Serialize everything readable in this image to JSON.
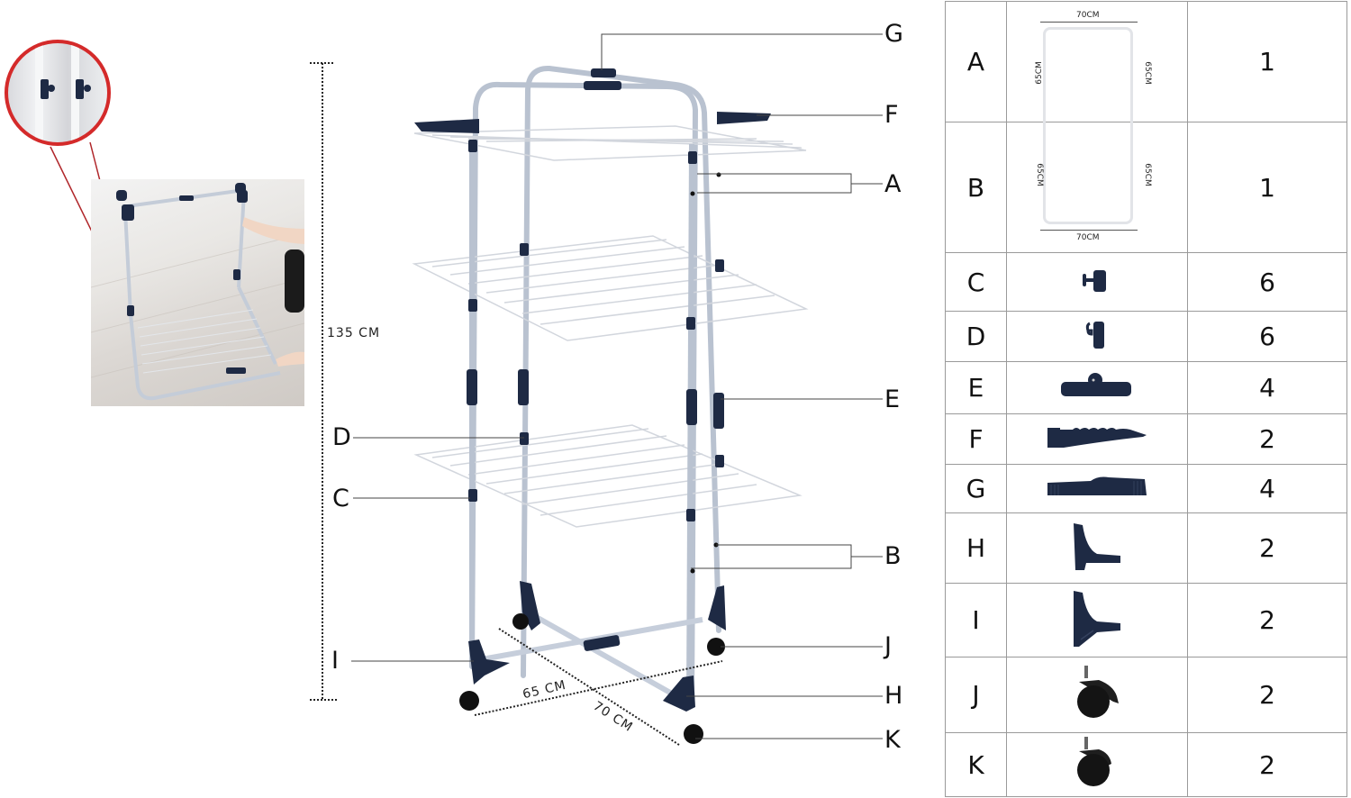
{
  "diagram": {
    "title": "Tower clothes drying rack - parts diagram",
    "height_dimension": "135 CM",
    "base_dimensions": [
      "65 CM",
      "70 CM"
    ],
    "callouts": {
      "G": "G",
      "F": "F",
      "A": "A",
      "E": "E",
      "D": "D",
      "C": "C",
      "B": "B",
      "I": "I",
      "J": "J",
      "H": "H",
      "K": "K"
    },
    "inset": {
      "description": "Folded rack photo with magnified clip detail",
      "highlight_color": "#d42a2a"
    }
  },
  "parts_table": {
    "rows": [
      {
        "letter": "A",
        "image": "u-frame-top",
        "dims": {
          "top": "70CM",
          "left": "65CM",
          "right": "65CM"
        },
        "qty": "1"
      },
      {
        "letter": "B",
        "image": "u-frame-bottom",
        "dims": {
          "bottom": "70CM",
          "left": "65CM",
          "right": "65CM"
        },
        "qty": "1"
      },
      {
        "letter": "C",
        "image": "knob-clip",
        "qty": "6"
      },
      {
        "letter": "D",
        "image": "hook-clip",
        "qty": "6"
      },
      {
        "letter": "E",
        "image": "sleeve-joint",
        "qty": "4"
      },
      {
        "letter": "F",
        "image": "serrated-wing-holder",
        "qty": "2"
      },
      {
        "letter": "G",
        "image": "ribbed-top-connector",
        "qty": "4"
      },
      {
        "letter": "H",
        "image": "corner-foot",
        "qty": "2"
      },
      {
        "letter": "I",
        "image": "corner-foot-braced",
        "qty": "2"
      },
      {
        "letter": "J",
        "image": "caster-wheel-brake",
        "qty": "2"
      },
      {
        "letter": "K",
        "image": "caster-wheel",
        "qty": "2"
      }
    ]
  },
  "colors": {
    "frame": "#b9c2d0",
    "plastic": "#1e2a44",
    "wire": "#d7dbe2",
    "grid": "#9a9a9a"
  }
}
